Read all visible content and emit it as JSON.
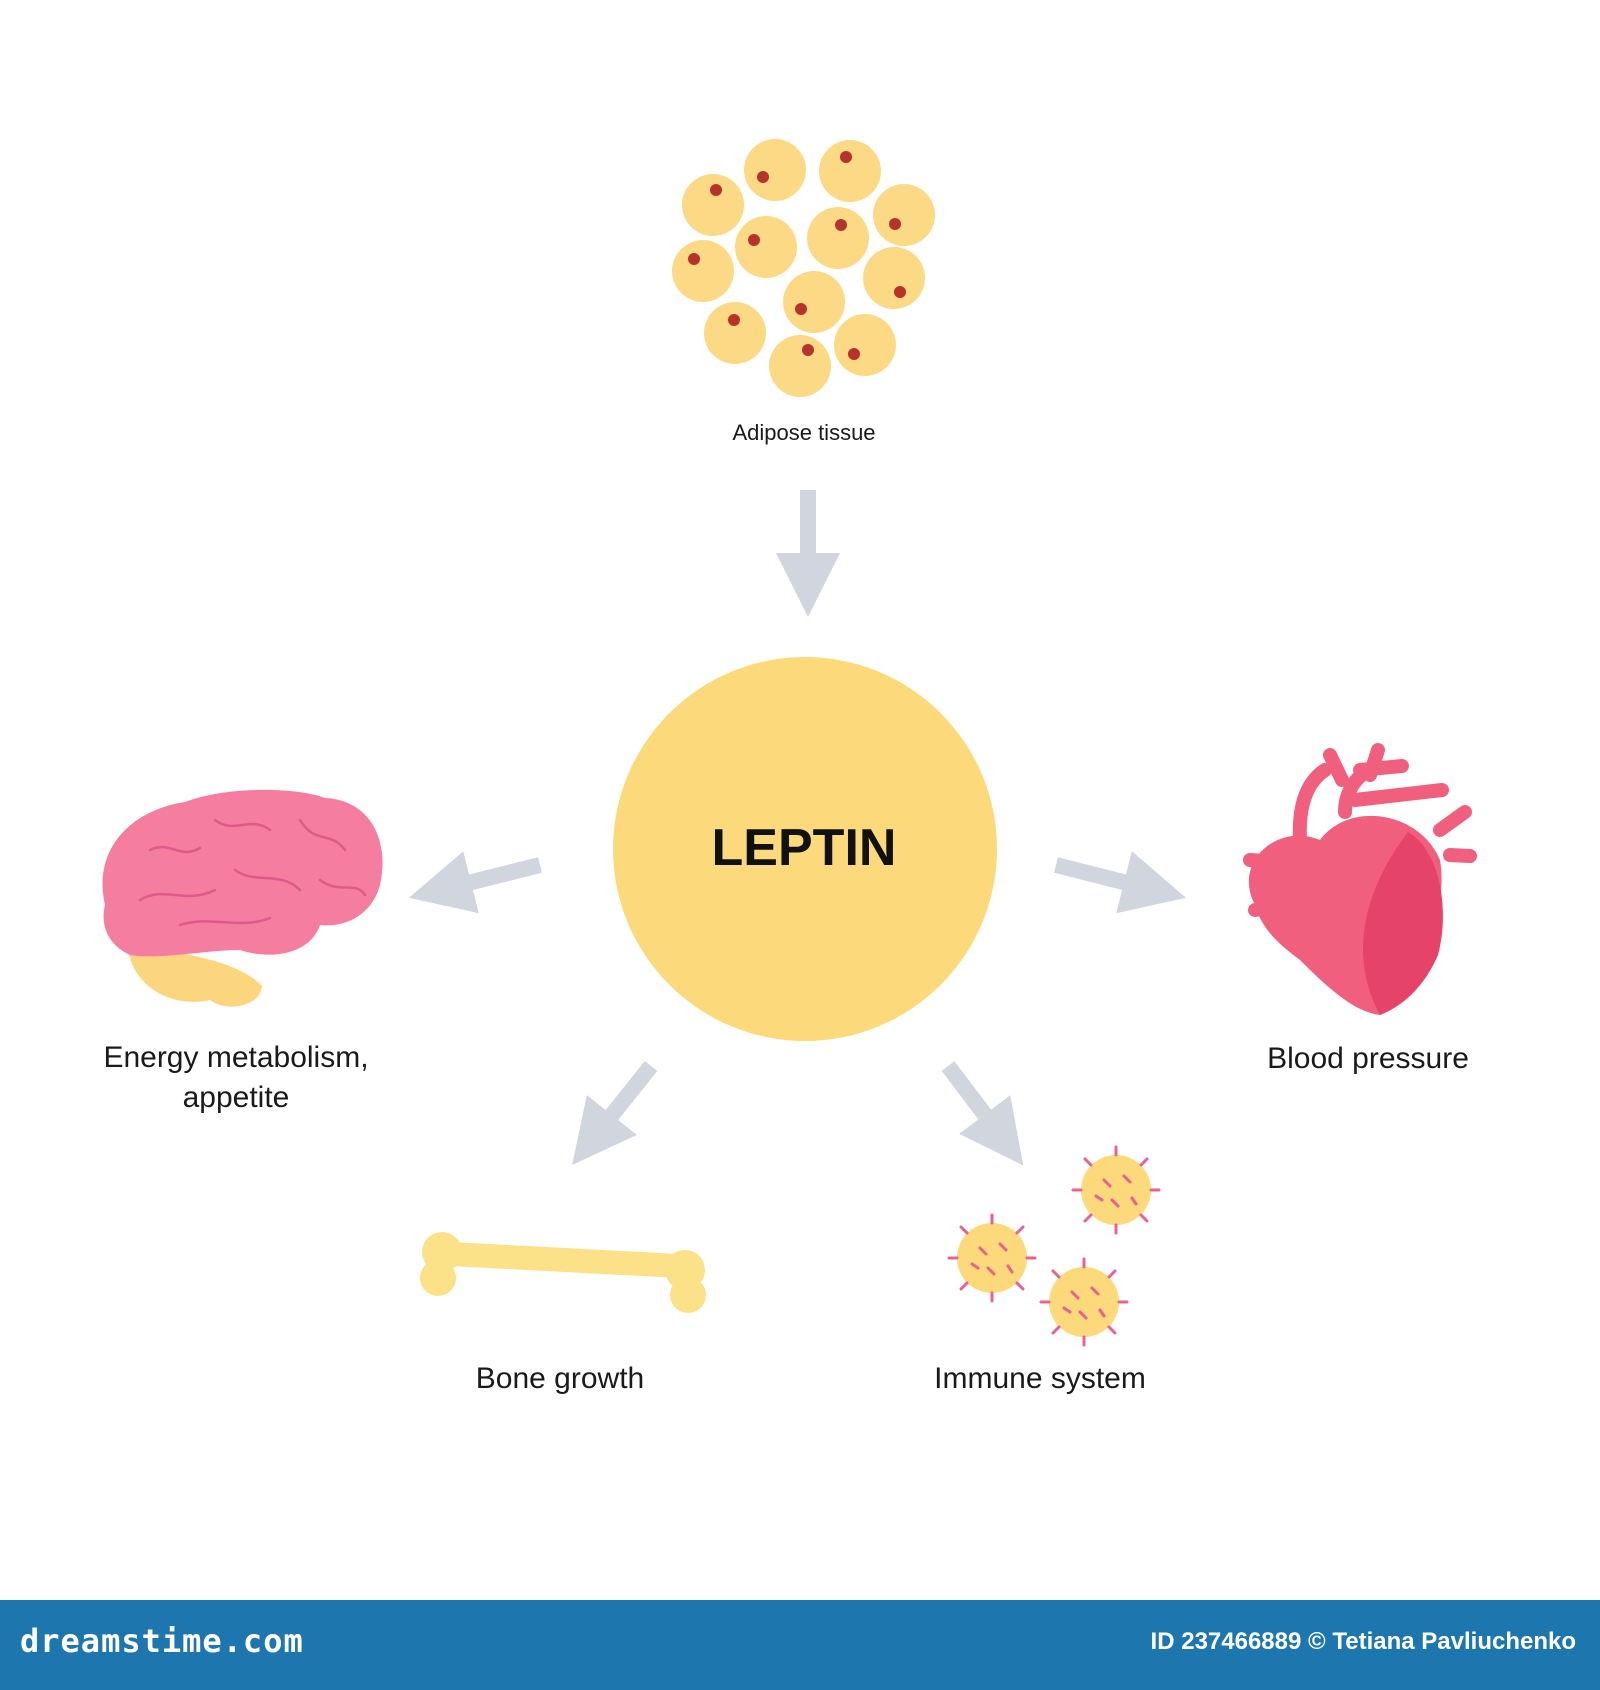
{
  "diagram": {
    "center": {
      "title": "LEPTIN"
    },
    "nodes": [
      {
        "id": "adipose",
        "label": "Adipose tissue",
        "icon": "fat-cells-icon"
      },
      {
        "id": "energy",
        "label_line1": "Energy metabolism,",
        "label_line2": "appetite",
        "icon": "brain-icon"
      },
      {
        "id": "blood",
        "label": "Blood pressure",
        "icon": "heart-icon"
      },
      {
        "id": "bone",
        "label": "Bone growth",
        "icon": "bone-icon"
      },
      {
        "id": "immune",
        "label": "Immune system",
        "icon": "immune-cells-icon"
      }
    ],
    "colors": {
      "leptin_circle": "#fcd97a",
      "fat_cell": "#fbd985",
      "fat_nucleus": "#b7322b",
      "arrow": "#d1d5de",
      "brain": "#f57da0",
      "cerebellum": "#fcd57f",
      "heart": "#f0607e",
      "bone": "#fbe187",
      "immune_spike": "#ec5f92"
    }
  },
  "footer": {
    "brand": "dreamstime.com",
    "credit": "ID 237466889 © Tetiana Pavliuchenko",
    "background": "#1e76ae"
  }
}
